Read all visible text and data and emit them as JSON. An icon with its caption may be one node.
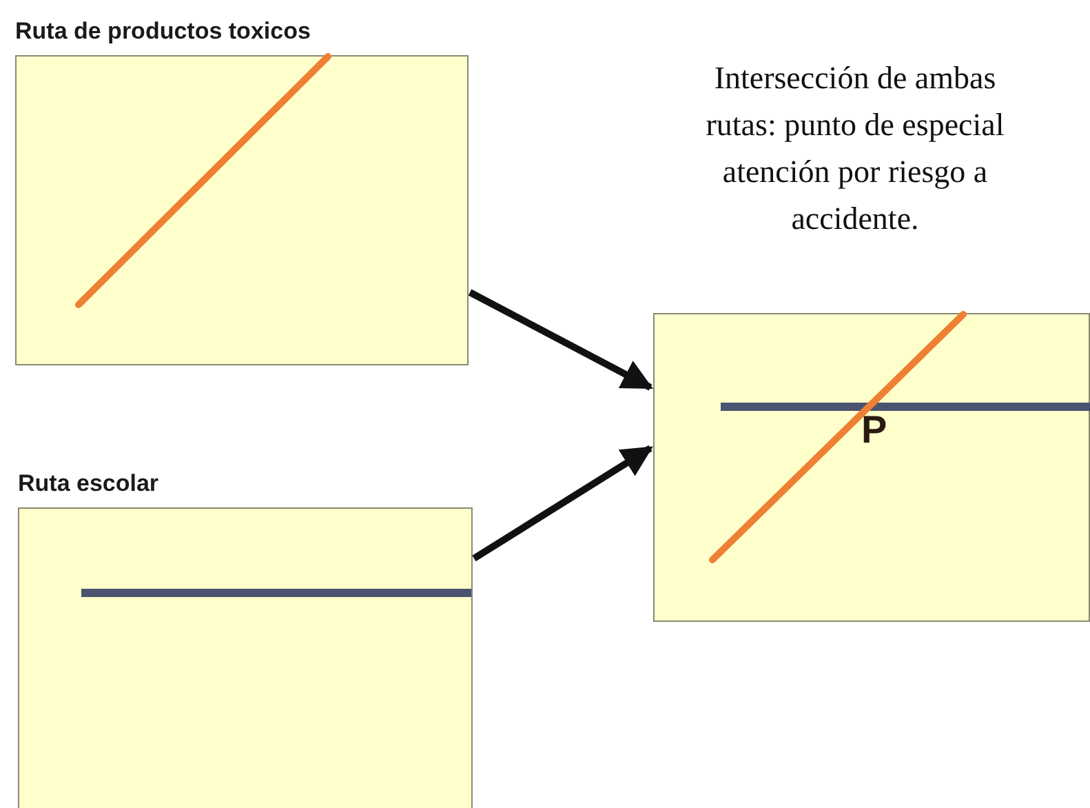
{
  "diagram": {
    "nodes": [
      {
        "text": [
          "Ruta de productos toxicos"
        ]
      },
      {
        "text": [
          "Ruta escolar"
        ]
      },
      {
        "text": [
          "P"
        ]
      }
    ],
    "labels": [
      "Intersección de ambas rutas: punto de especial atención por riesgo a accidente."
    ],
    "edges": [
      {
        "from": 0,
        "to": 2,
        "arrow": "to"
      },
      {
        "from": 1,
        "to": 2,
        "arrow": "to"
      }
    ]
  }
}
